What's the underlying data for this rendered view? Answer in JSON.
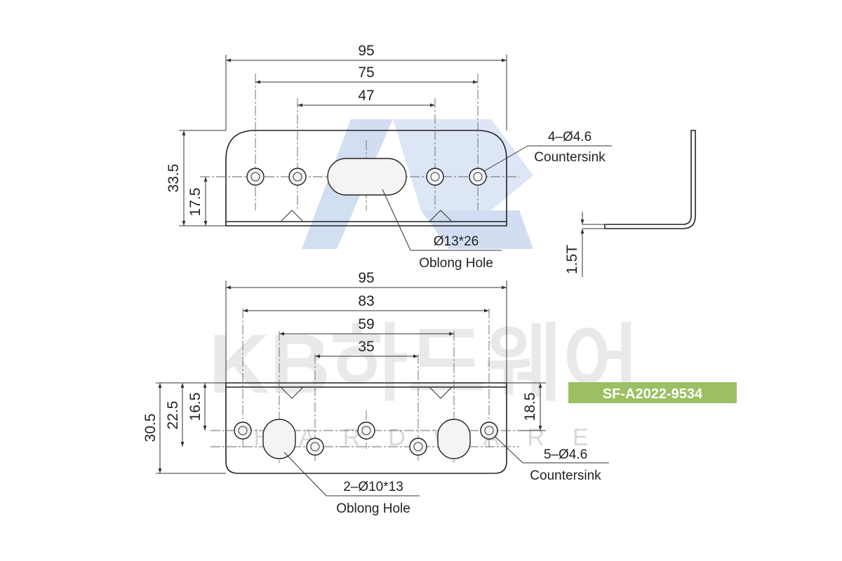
{
  "top_view": {
    "dim_overall": "95",
    "dim_outer_holes": "75",
    "dim_inner_holes": "47",
    "dim_height": "33.5",
    "dim_hole_height": "17.5",
    "hole_note_1": "4–Ø4.6",
    "hole_note_2": "Countersink",
    "slot_note_1": "Ø13*26",
    "slot_note_2": "Oblong Hole"
  },
  "side_view": {
    "thickness": "1.5T"
  },
  "bottom_view": {
    "dim_overall": "95",
    "dim_83": "83",
    "dim_59": "59",
    "dim_35": "35",
    "dim_height": "30.5",
    "dim_22_5": "22.5",
    "dim_16_5": "16.5",
    "dim_18_5": "18.5",
    "hole_note_1": "5–Ø4.6",
    "hole_note_2": "Countersink",
    "slot_note_1": "2–Ø10*13",
    "slot_note_2": "Oblong Hole"
  },
  "watermark": {
    "brand": "KB하드웨어",
    "sub": "HARDWARE"
  },
  "badge": {
    "code": "SF-A2022-9534",
    "color": "#9bbf62"
  }
}
